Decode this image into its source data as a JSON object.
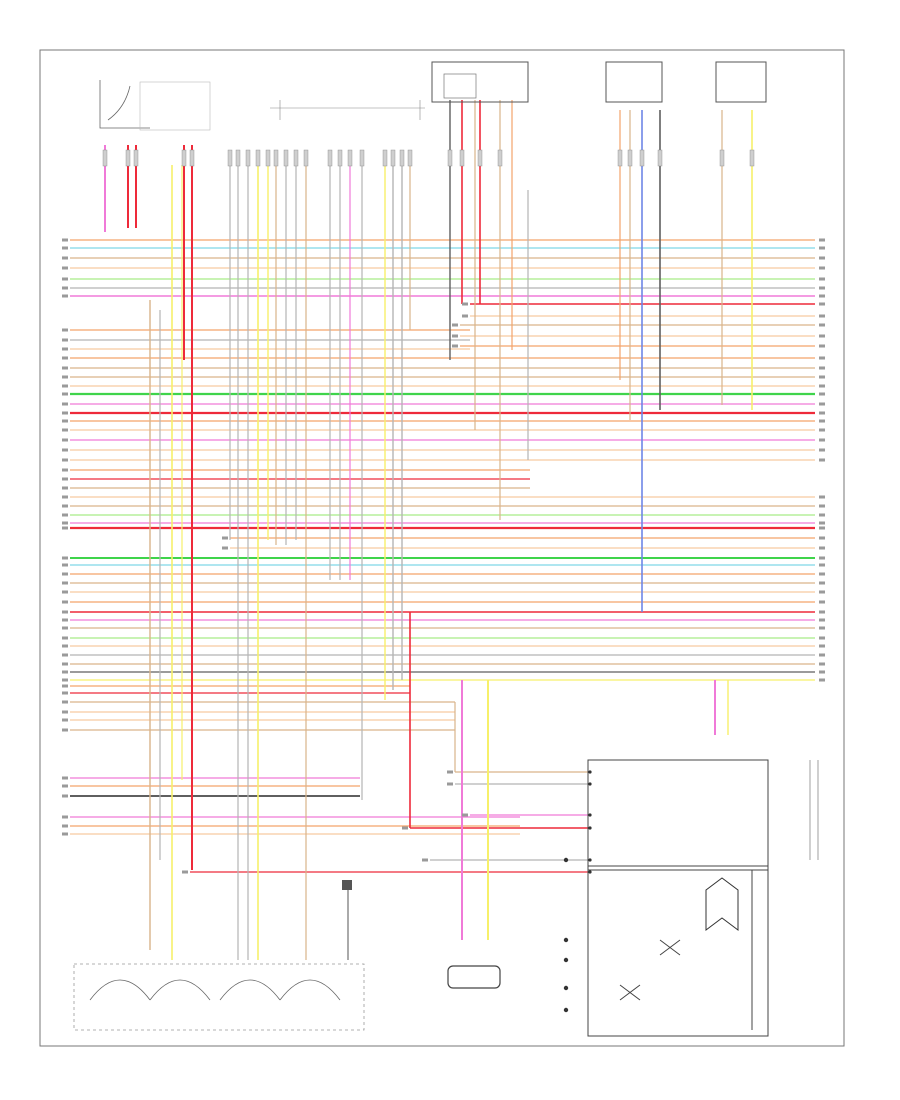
{
  "diagram": {
    "page_id": "",
    "component_blocks": [
      {
        "id": "left-component",
        "label": ""
      },
      {
        "id": "relay-block",
        "label": ""
      },
      {
        "id": "top-center-harness",
        "label": ""
      },
      {
        "id": "top-box-1",
        "label": ""
      },
      {
        "id": "top-box-2",
        "label": ""
      },
      {
        "id": "top-box-3",
        "label": ""
      },
      {
        "id": "top-box-4",
        "label": ""
      },
      {
        "id": "module",
        "label": ""
      },
      {
        "id": "switch",
        "label": ""
      },
      {
        "id": "speaker-assembly",
        "label": ""
      },
      {
        "id": "bottom-connectors",
        "label": ""
      }
    ],
    "wire_colors": {
      "pink": "#f07ad8",
      "red": "#ee2a3a",
      "cyan": "#7fd6e6",
      "orange": "#f3a36b",
      "tan": "#d9b48a",
      "green": "#3fd44b",
      "light_green": "#a6ec86",
      "gray": "#b5b5b5",
      "dark_gray": "#5f5f5f",
      "yellow": "#f7f06a",
      "blue": "#6e86e6",
      "black": "#2a2a2a",
      "light_orange": "#f7c9a0"
    }
  }
}
